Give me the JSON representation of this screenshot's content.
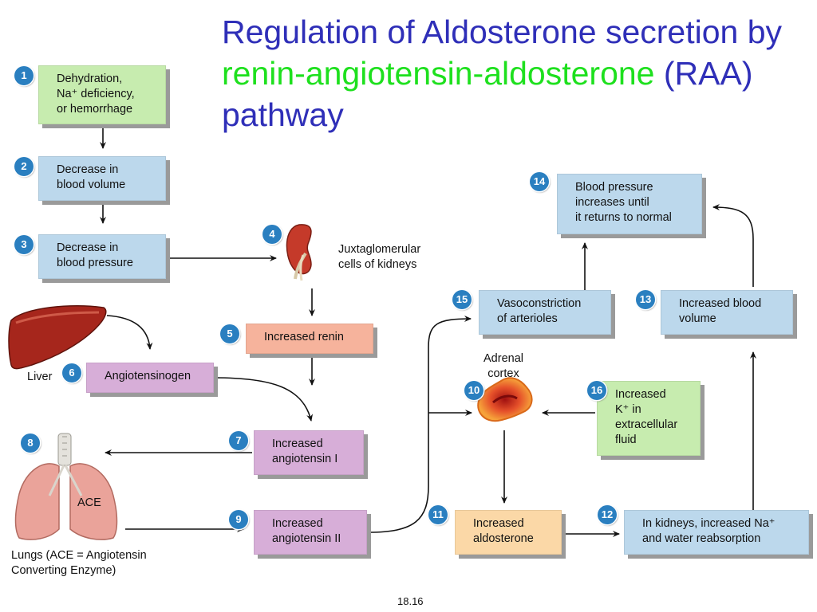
{
  "title": {
    "part1": "Regulation of Aldosterone secretion by ",
    "highlight1": "renin-angiotensin-aldosterone",
    "part2": " (RAA) pathway"
  },
  "colors": {
    "title_blue": "#2f2fb8",
    "title_green": "#1ee01e",
    "badge_blue": "#2a7fc0",
    "green_box": "#c7ecaf",
    "blue_box": "#bcd8ec",
    "orange_box": "#f6b39c",
    "purple_box": "#d7aed8",
    "tan_box": "#fbd8a7"
  },
  "steps": {
    "s1": {
      "num": "1",
      "text": "Dehydration,\nNa⁺ deficiency,\nor hemorrhage"
    },
    "s2": {
      "num": "2",
      "text": "Decrease in\nblood volume"
    },
    "s3": {
      "num": "3",
      "text": "Decrease in\nblood pressure"
    },
    "s4": {
      "num": "4",
      "text": "Juxtaglomerular\ncells of kidneys"
    },
    "s5": {
      "num": "5",
      "text": "Increased renin"
    },
    "s6": {
      "num": "6",
      "text": "Angiotensinogen"
    },
    "s7": {
      "num": "7",
      "text": "Increased\nangiotensin I"
    },
    "s8": {
      "num": "8",
      "text": "Lungs (ACE = Angiotensin\nConverting Enzyme)"
    },
    "s9": {
      "num": "9",
      "text": "Increased\nangiotensin II"
    },
    "s10": {
      "num": "10",
      "text": "Adrenal\ncortex"
    },
    "s11": {
      "num": "11",
      "text": "Increased\naldosterone"
    },
    "s12": {
      "num": "12",
      "text": "In kidneys, increased Na⁺\nand water reabsorption"
    },
    "s13": {
      "num": "13",
      "text": "Increased blood\nvolume"
    },
    "s14": {
      "num": "14",
      "text": "Blood pressure\nincreases until\nit returns to normal"
    },
    "s15": {
      "num": "15",
      "text": "Vasoconstriction\nof arterioles"
    },
    "s16": {
      "num": "16",
      "text": "Increased\nK⁺ in\nextracellular\nfluid"
    }
  },
  "labels": {
    "liver": "Liver",
    "ace": "ACE"
  },
  "footer": "18.16"
}
